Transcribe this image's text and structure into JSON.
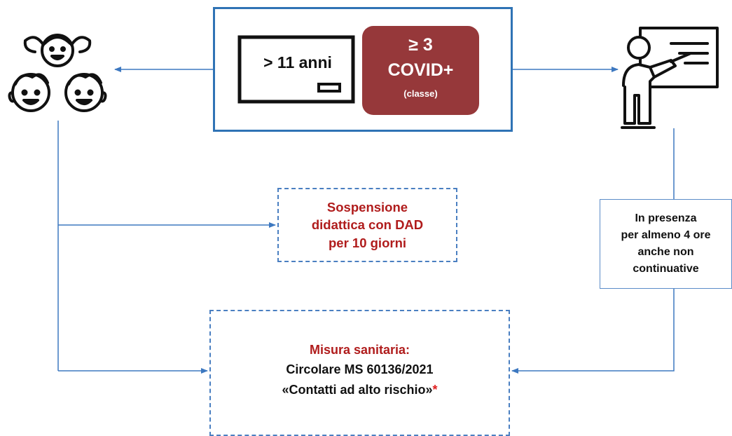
{
  "top_box": {
    "age_label": "> 11 anni",
    "covid_line1": "≥ 3",
    "covid_line2": "COVID+",
    "covid_line3": "(classe)"
  },
  "dad_box": {
    "line1": "Sospensione",
    "line2": "didattica con DAD",
    "line3": "per 10 giorni"
  },
  "presenza_box": {
    "line1": "In presenza",
    "line2": "per almeno 4 ore",
    "line3": "anche non",
    "line4": "continuative"
  },
  "misura_box": {
    "title": "Misura sanitaria:",
    "line2": "Circolare MS 60136/2021",
    "line3": "«Contatti ad alto rischio»",
    "asterisk": "*"
  },
  "icons": {
    "children": "children-faces-icon",
    "teacher": "teacher-at-board-icon",
    "blackboard": "blackboard-icon"
  },
  "colors": {
    "box_border": "#2f73b5",
    "covid_fill": "#96383a",
    "highlight_text": "#b01c1c",
    "connector": "#4a7fc1"
  }
}
